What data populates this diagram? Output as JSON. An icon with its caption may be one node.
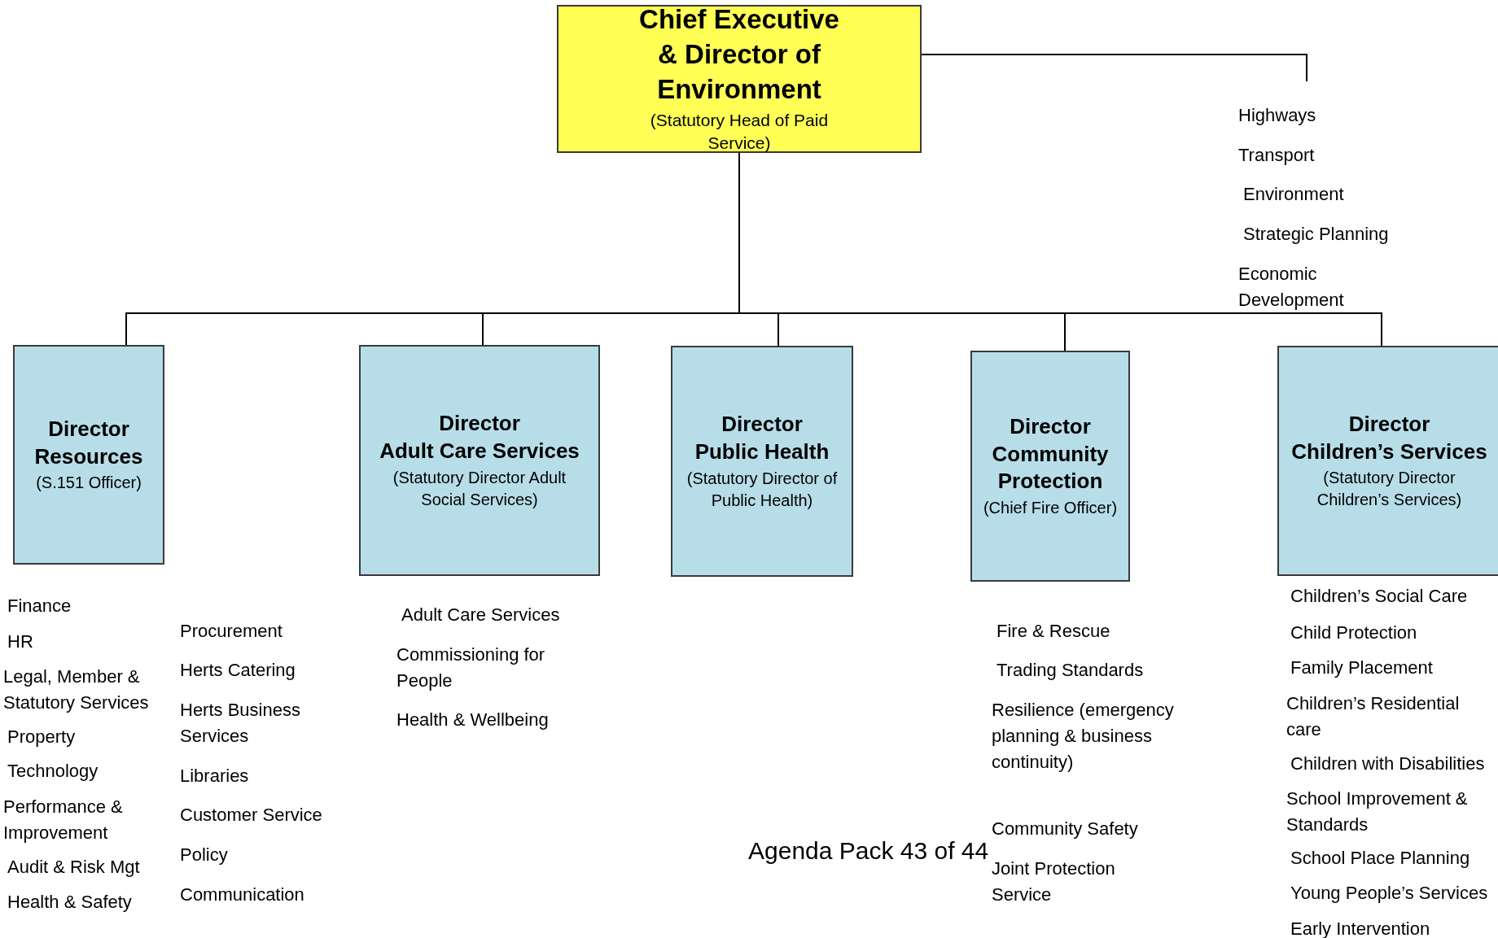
{
  "diagram": {
    "nodes": [
      {
        "text": [
          "Chief Executive",
          "& Director of Environment",
          "(Statutory Head of Paid Service)"
        ]
      },
      {
        "text": [
          "Director",
          "Resources",
          "(S.151 Officer)"
        ]
      },
      {
        "text": [
          "Director",
          "Adult Care Services",
          "(Statutory Director Adult Social Services)"
        ]
      },
      {
        "text": [
          "Director",
          "Public Health",
          "(Statutory Director of Public Health)"
        ]
      },
      {
        "text": [
          "Director",
          "Community Protection",
          "(Chief Fire Officer)"
        ]
      },
      {
        "text": [
          "Director",
          "Children’s Services",
          "(Statutory Director Children’s Services)"
        ]
      }
    ],
    "edges": [
      {
        "from": 0,
        "to": null,
        "arrow": "none"
      },
      {
        "from": 0,
        "to": 1,
        "arrow": "none"
      },
      {
        "from": 0,
        "to": 2,
        "arrow": "none"
      },
      {
        "from": 0,
        "to": 3,
        "arrow": "none"
      },
      {
        "from": 0,
        "to": 4,
        "arrow": "none"
      },
      {
        "from": 0,
        "to": 5,
        "arrow": "none"
      }
    ],
    "labels": [
      "Highways",
      "Transport",
      "Environment",
      "Strategic Planning",
      "Economic Development",
      "Finance",
      "HR",
      "Legal, Member & Statutory Services",
      "Property",
      "Technology",
      "Performance & Improvement",
      "Audit & Risk Mgt",
      "Health & Safety",
      "Procurement",
      "Herts Catering",
      "Herts Business Services",
      "Libraries",
      "Customer Service",
      "Policy",
      "Communication",
      "Adult Care Services",
      "Commissioning for People",
      "Health & Wellbeing",
      "Fire & Rescue",
      "Trading Standards",
      "Resilience (emergency planning & business continuity)",
      "Community Safety",
      "Joint Protection Service",
      "Children’s Social Care",
      "Child Protection",
      "Family Placement",
      "Children’s Residential care",
      "Children with Disabilities",
      "School Improvement & Standards",
      "School Place Planning",
      "Young People’s Services",
      "Early Intervention",
      "Agenda Pack 43 of 44"
    ]
  }
}
